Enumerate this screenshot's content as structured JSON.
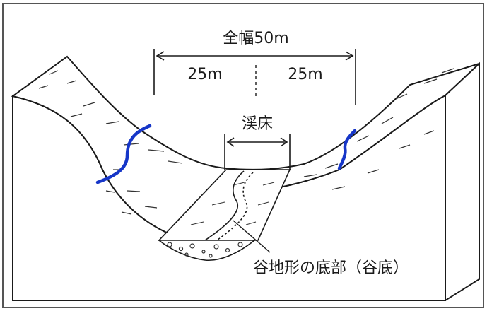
{
  "labels": {
    "full_width": "全幅50m",
    "left_half": "25m",
    "right_half": "25m",
    "streambed": "渓床",
    "valley_bottom": "谷地形の底部（谷底）"
  },
  "colors": {
    "line": "#1a1a1a",
    "ink": "#333333",
    "blue_marker": "#1636c8",
    "frame": "#555555",
    "background": "#ffffff"
  }
}
